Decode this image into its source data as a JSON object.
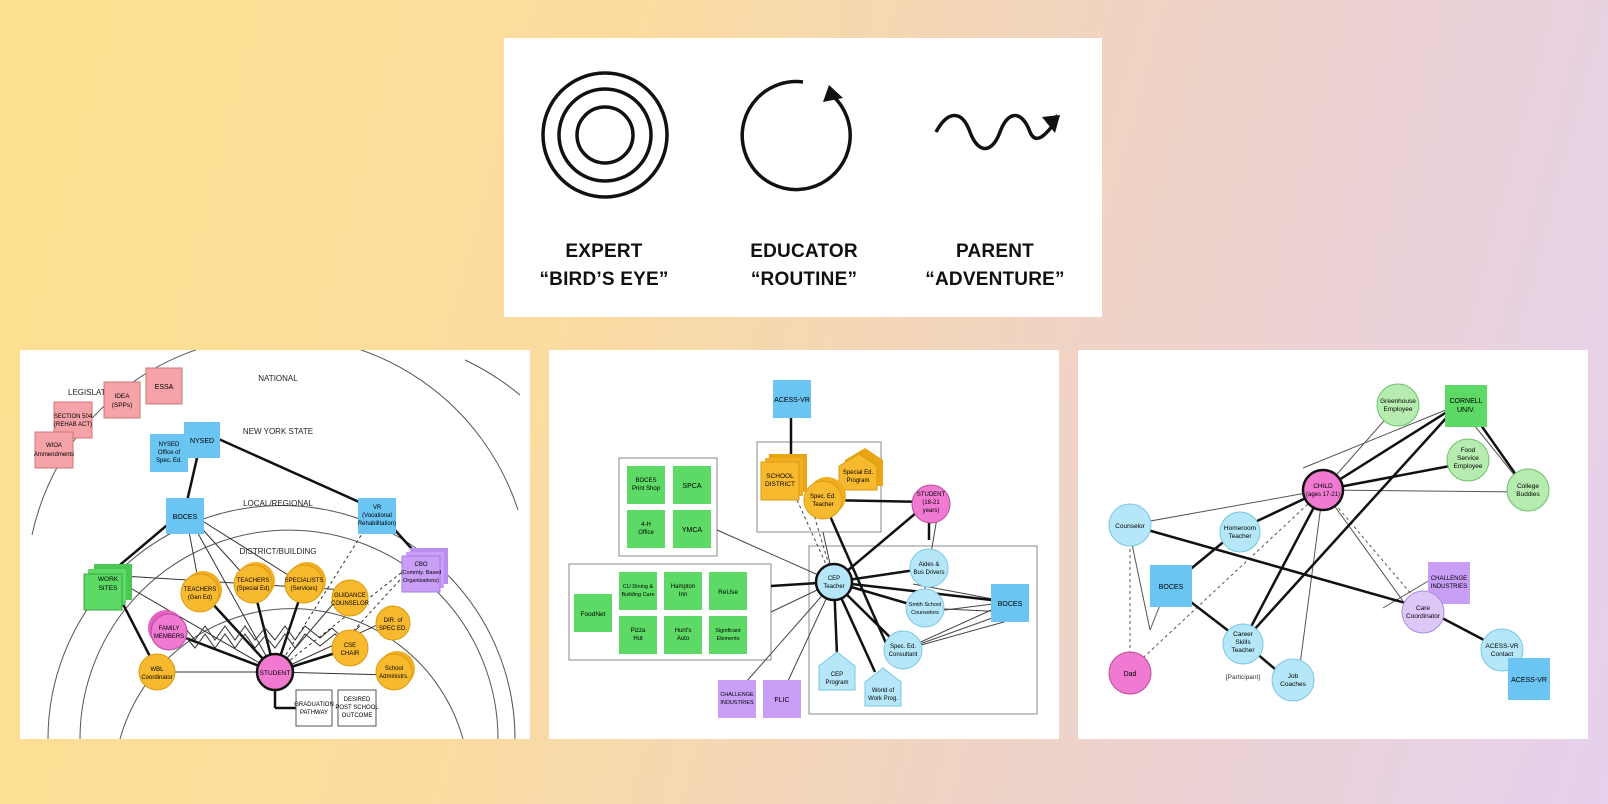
{
  "perspectives": [
    {
      "role": "EXPERT",
      "view": "“BIRD’S EYE”",
      "icon": "concentric-circles-icon"
    },
    {
      "role": "EDUCATOR",
      "view": "“ROUTINE”",
      "icon": "circular-arrow-icon"
    },
    {
      "role": "PARENT",
      "view": "“ADVENTURE”",
      "icon": "wavy-arrow-icon"
    }
  ],
  "expert_map": {
    "rings": [
      "NATIONAL",
      "NEW YORK STATE",
      "LOCAL/REGIONAL",
      "DISTRICT/BUILDING"
    ],
    "legislation": "LEGISLATION",
    "nodes": {
      "essa": "ESSA",
      "idea": [
        "IDEA",
        "(SPPs)"
      ],
      "section504": [
        "SECTION 504",
        "(REHAB ACT)"
      ],
      "wioa": [
        "WIOA",
        "Ammendments"
      ],
      "nysed": "NYSED",
      "nysed_office": [
        "NYSED",
        "Office of",
        "Spec. Ed."
      ],
      "boces": "BOCES",
      "vr": [
        "VR",
        "(Vocational",
        "Rehabilitation)"
      ],
      "cbo": [
        "CBO",
        "(Commty. Based",
        "Organizations)"
      ],
      "work_sites": [
        "WORK",
        "SITES"
      ],
      "teachers_gen": [
        "TEACHERS",
        "(Gen Ed)"
      ],
      "teachers_spec": [
        "TEACHERS",
        "(Special Ed)"
      ],
      "specialists": [
        "SPECIALISTS",
        "(Services)"
      ],
      "guidance": [
        "GUIDANCE",
        "COUNSELOR"
      ],
      "family": [
        "FAMILY",
        "MEMBERS"
      ],
      "dir_spec": [
        "DIR. of",
        "SPEC ED."
      ],
      "cse_chair": [
        "CSE",
        "CHAIR"
      ],
      "school_admin": [
        "School",
        "Administrs."
      ],
      "wbl": [
        "WBL",
        "Coordinator"
      ],
      "student": "STUDENT",
      "graduation": [
        "GRADUATION",
        "PATHWAY"
      ],
      "desired": [
        "DESIRED",
        "POST SCHOOL",
        "OUTCOME"
      ]
    }
  },
  "educator_map": {
    "nodes": {
      "acces_vr": "ACESS-VR",
      "school_district": [
        "SCHOOL",
        "DISTRICT"
      ],
      "spec_program": [
        "Special Ed.",
        "Program"
      ],
      "spec_teacher": [
        "Spec. Ed.",
        "Teacher"
      ],
      "student": [
        "STUDENT",
        "(18-21",
        "years)"
      ],
      "boces_print": [
        "BOCES",
        "Print Shop"
      ],
      "spca": "SPCA",
      "4h": [
        "4-H",
        "Office"
      ],
      "ymca": "YMCA",
      "cu_dining": [
        "CU Dining &",
        "Building Care"
      ],
      "hampton": [
        "Hampton",
        "Inn"
      ],
      "rebse": "ReUse",
      "foodnet": "FoodNet",
      "pizza_hut": [
        "Pizza",
        "Hut"
      ],
      "hunts_auto": [
        "Hunt's",
        "Auto"
      ],
      "significant": [
        "Significant",
        "Elements"
      ],
      "cep_teacher": [
        "CEP",
        "Teacher"
      ],
      "aides": [
        "Aides &",
        "Bus Drivers"
      ],
      "smith": [
        "Smith School",
        "Counselors"
      ],
      "spec_consultant": [
        "Spec. Ed.",
        "Consultant"
      ],
      "boces": "BOCES",
      "cep_program": [
        "CEP",
        "Program"
      ],
      "world_of_work": [
        "World of",
        "Work Prog."
      ],
      "challenge": [
        "CHALLENGE",
        "INDUSTRIES"
      ],
      "flic": "FLIC"
    }
  },
  "parent_map": {
    "nodes": {
      "greenhouse": [
        "Greenhouse",
        "Employee"
      ],
      "cornell": [
        "CORNELL",
        "UNIV."
      ],
      "food_service": [
        "Food",
        "Service",
        "Employee"
      ],
      "college_buddies": [
        "College",
        "Buddies"
      ],
      "child": [
        "CHILD",
        "(ages 17-21)"
      ],
      "counselor": "Counselor",
      "homeroom": [
        "Homeroom",
        "Teacher"
      ],
      "boces": "BOCES",
      "challenge": [
        "CHALLENGE",
        "INDUSTRIES"
      ],
      "care_coord": [
        "Care",
        "Coordinator"
      ],
      "career_skills": [
        "Career",
        "Skills",
        "Teacher"
      ],
      "participant": "[Participant]",
      "job_coaches": [
        "Job",
        "Coaches"
      ],
      "acces_contact": [
        "ACESS-VR",
        "Contact"
      ],
      "acces_vr": "ACESS-VR",
      "dad": "Dad"
    }
  },
  "colors": {
    "pink_node": "#f5a3a8",
    "blue_node": "#6ac5f2",
    "yellow_node": "#f7b92e",
    "magenta_node": "#f07ad2",
    "green_node": "#5dd966",
    "purple_node": "#c89ef7",
    "light_blue_node": "#b6e7f9",
    "light_green_node": "#b6ecb0",
    "light_purple_node": "#dcc7f7"
  }
}
